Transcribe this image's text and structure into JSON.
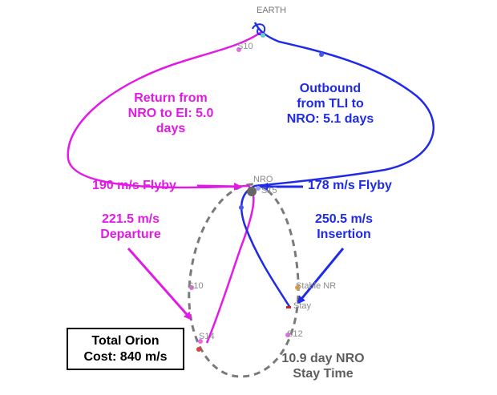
{
  "labels": {
    "earth": "EARTH",
    "s10_top": "S10",
    "nro": "NRO",
    "s15": "S15",
    "s10_left": "S10",
    "stable_nr": "Stable NR",
    "stay": "Stay",
    "s14": "S14",
    "s12": "S12"
  },
  "annotations": {
    "return_line1": "Return from",
    "return_line2": "NRO to EI: 5.0",
    "return_line3": "days",
    "outbound_line1": "Outbound",
    "outbound_line2": "from TLI to",
    "outbound_line3": "NRO: 5.1 days",
    "flyby_left": "190 m/s Flyby",
    "flyby_right": "178 m/s Flyby",
    "departure_line1": "221.5 m/s",
    "departure_line2": "Departure",
    "insertion_line1": "250.5 m/s",
    "insertion_line2": "Insertion",
    "stay_line1": "10.9 day NRO",
    "stay_line2": "Stay Time"
  },
  "cost_box": {
    "line1": "Total Orion",
    "line2": "Cost: 840 m/s"
  },
  "colors": {
    "return": "#e11ae6",
    "outbound": "#1f2be6",
    "nro_orbit": "#7a7a7a",
    "stay_text": "#5e5e5e"
  }
}
